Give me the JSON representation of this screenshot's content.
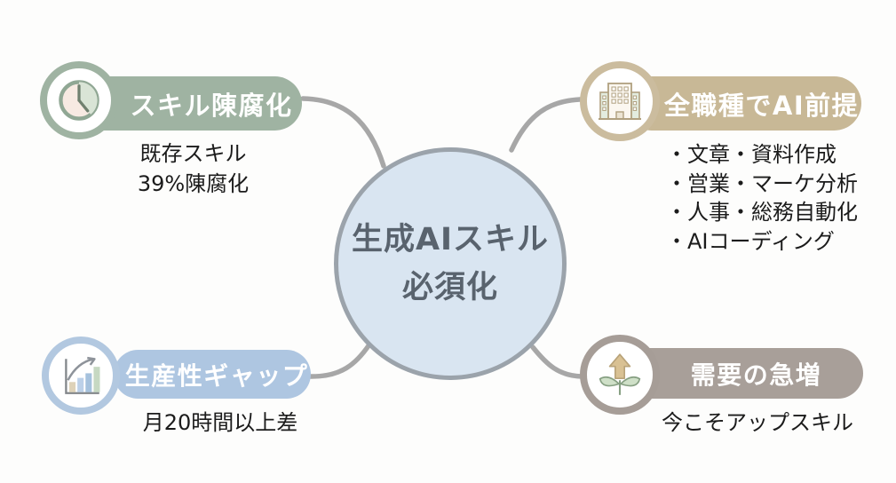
{
  "center": {
    "title_line1": "生成AIスキル",
    "title_line2": "必須化",
    "fill_color": "#d9e5f1",
    "border_color": "#9ba3ab",
    "text_color": "#59636e"
  },
  "branches": {
    "top_left": {
      "title": "スキル陳腐化",
      "icon": "clock-icon",
      "accent_color": "#9fb3a2",
      "notes": [
        "既存スキル",
        "39%陳腐化"
      ]
    },
    "top_right": {
      "title": "全職種でAI前提",
      "icon": "building-icon",
      "accent_color": "#c8b896",
      "items": [
        "・文章・資料作成",
        "・営業・マーケ分析",
        "・人事・総務自動化",
        "・AIコーディング"
      ]
    },
    "bottom_left": {
      "title": "生産性ギャップ",
      "icon": "bar-chart-icon",
      "accent_color": "#aec6e1",
      "notes": [
        "月20時間以上差"
      ]
    },
    "bottom_right": {
      "title": "需要の急増",
      "icon": "sprout-icon",
      "accent_color": "#a89f99",
      "notes": [
        "今こそアップスキル"
      ]
    }
  },
  "connector_color": "#a7a7a7"
}
